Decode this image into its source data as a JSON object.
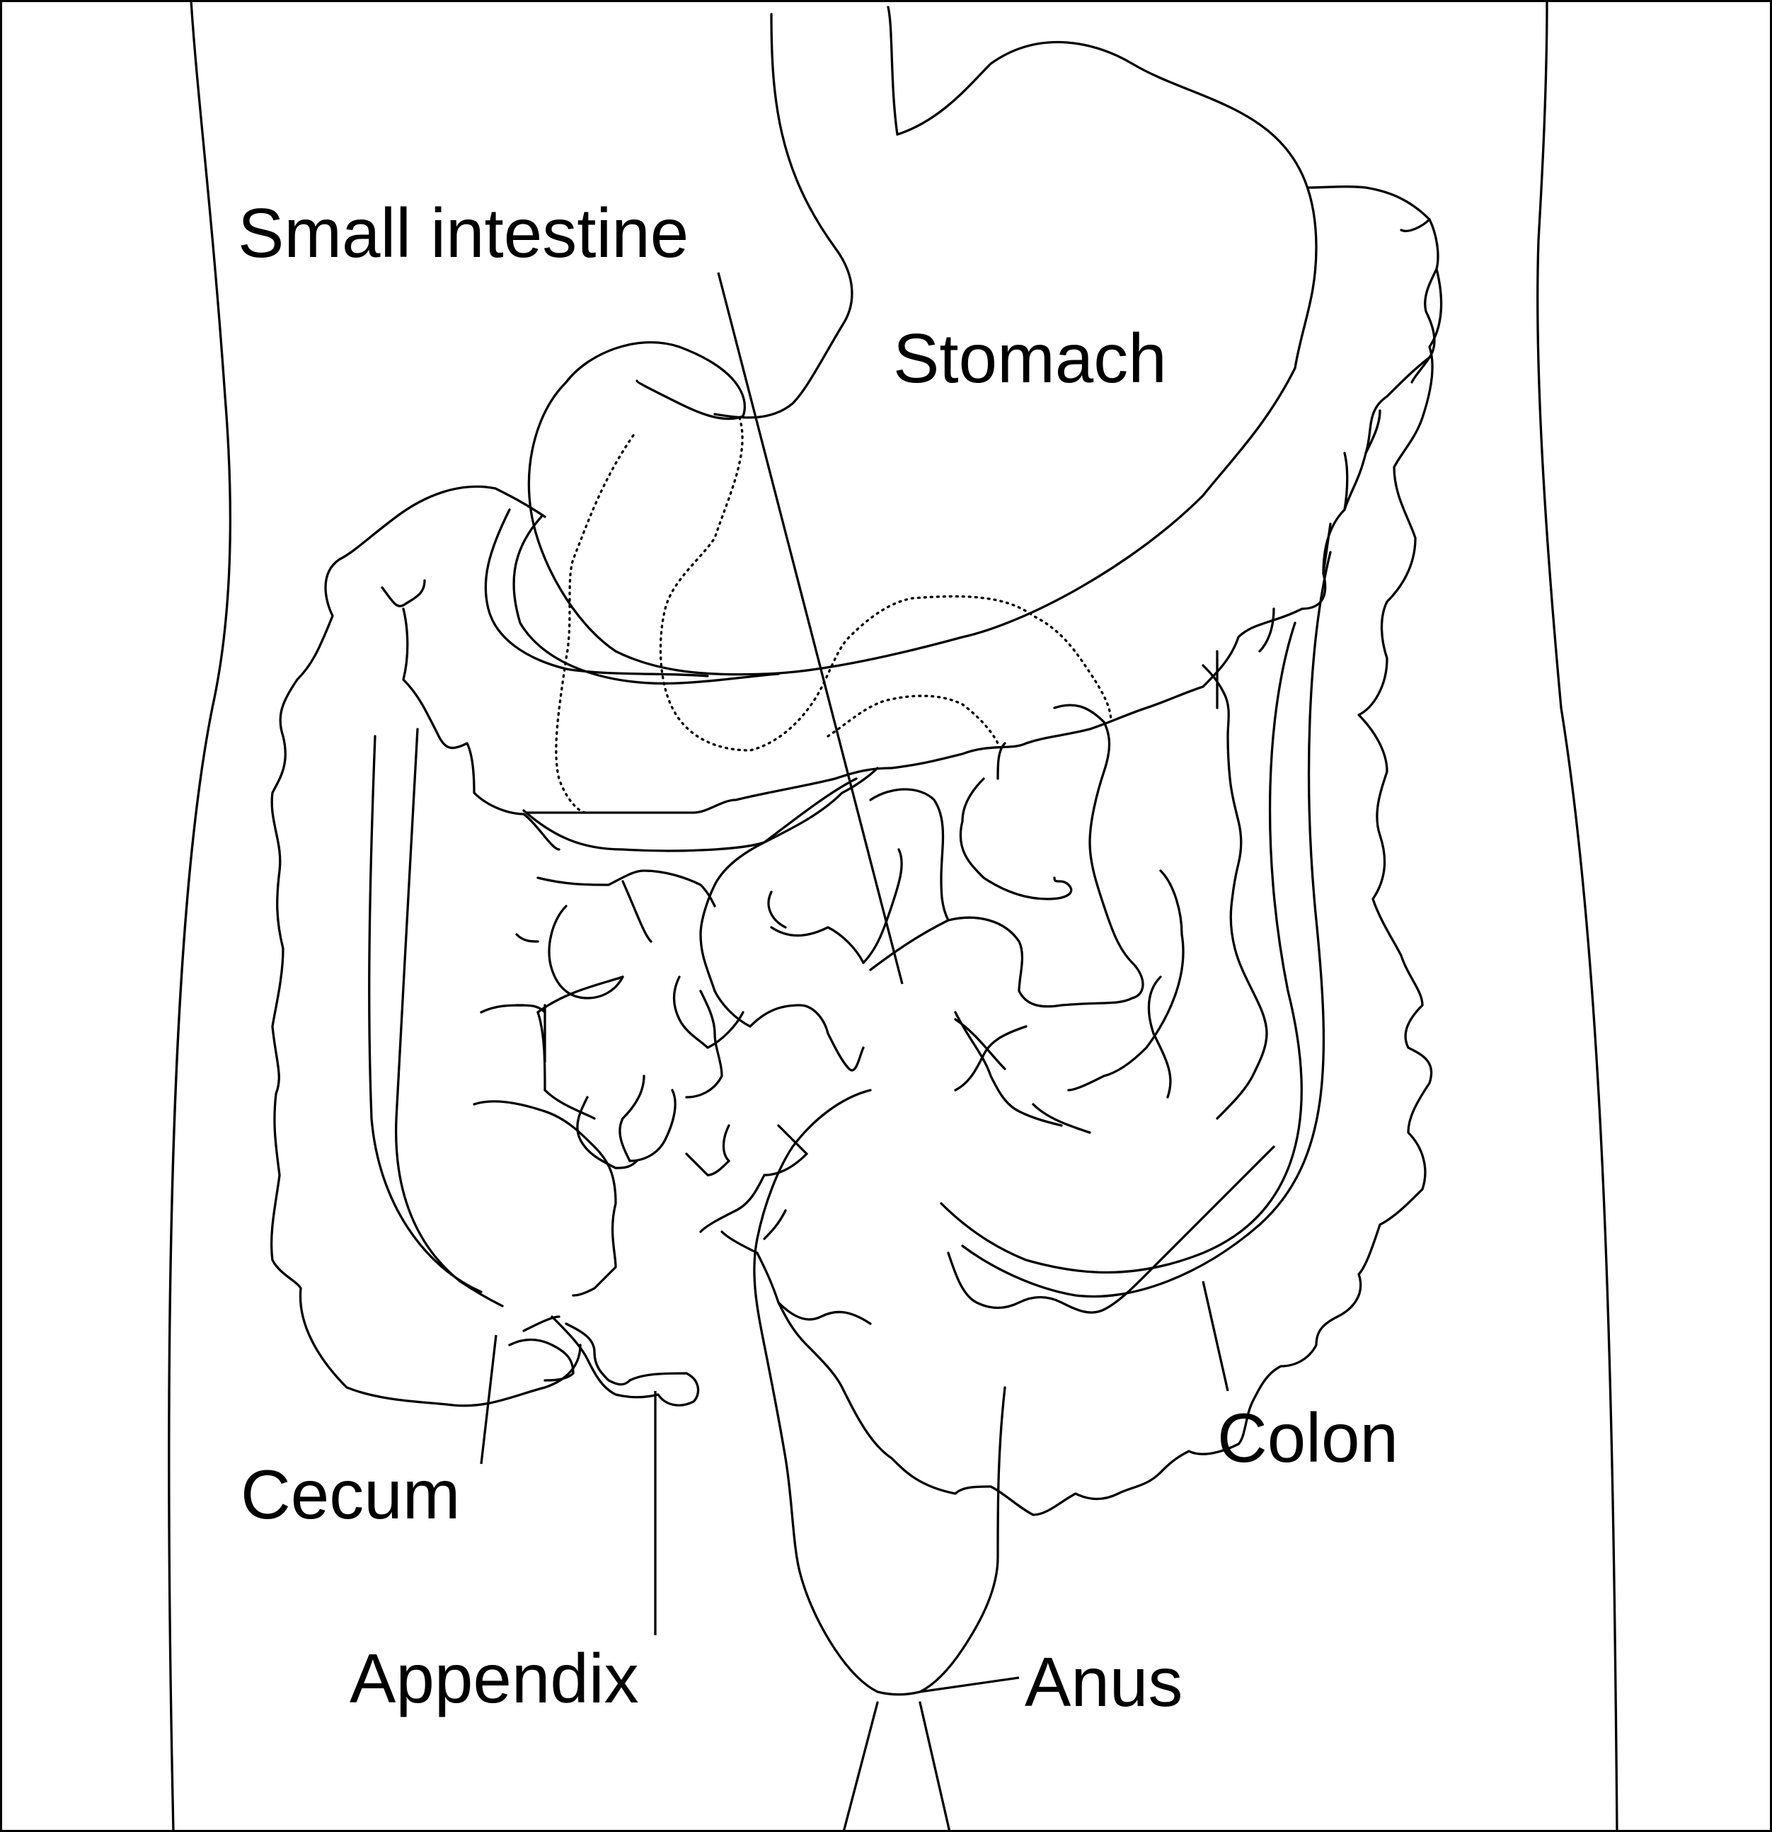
{
  "labels": {
    "small_intestine": "Small intestine",
    "stomach": "Stomach",
    "colon": "Colon",
    "cecum": "Cecum",
    "appendix": "Appendix",
    "anus": "Anus"
  },
  "colors": {
    "background": "#ffffff",
    "line": "#000000"
  }
}
